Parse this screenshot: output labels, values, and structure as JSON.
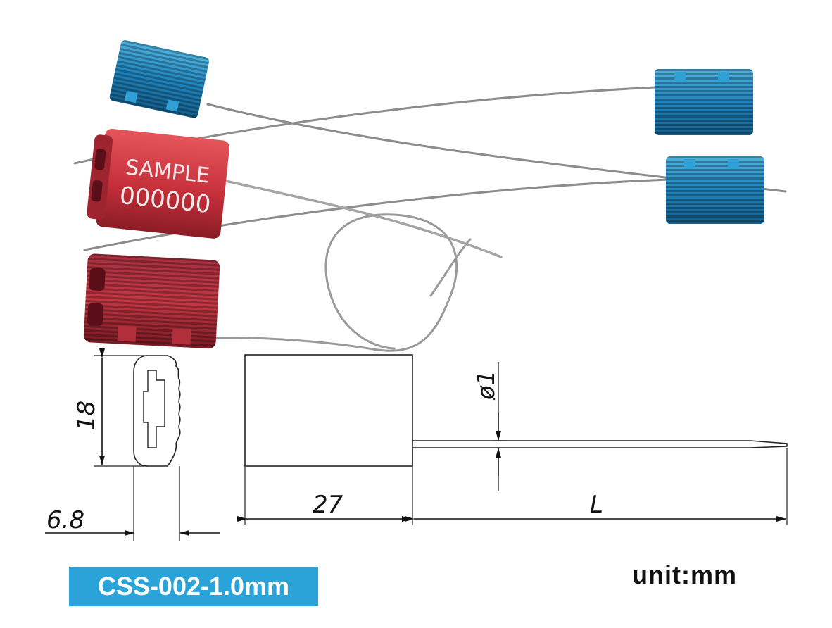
{
  "product": {
    "seal_print_line1": "SAMPLE",
    "seal_print_line2": "000000"
  },
  "dimensions": {
    "height": "18",
    "thickness": "6.8",
    "body_length": "27",
    "cable_length": "L",
    "cable_diameter": "ø1"
  },
  "labels": {
    "model": "CSS-002-1.0mm",
    "unit": "unit:mm"
  },
  "colors": {
    "blue_seal": "#2b8fc4",
    "red_seal": "#c4303c",
    "model_badge": "#2aa3d8",
    "cable": "#9a9a9a"
  }
}
